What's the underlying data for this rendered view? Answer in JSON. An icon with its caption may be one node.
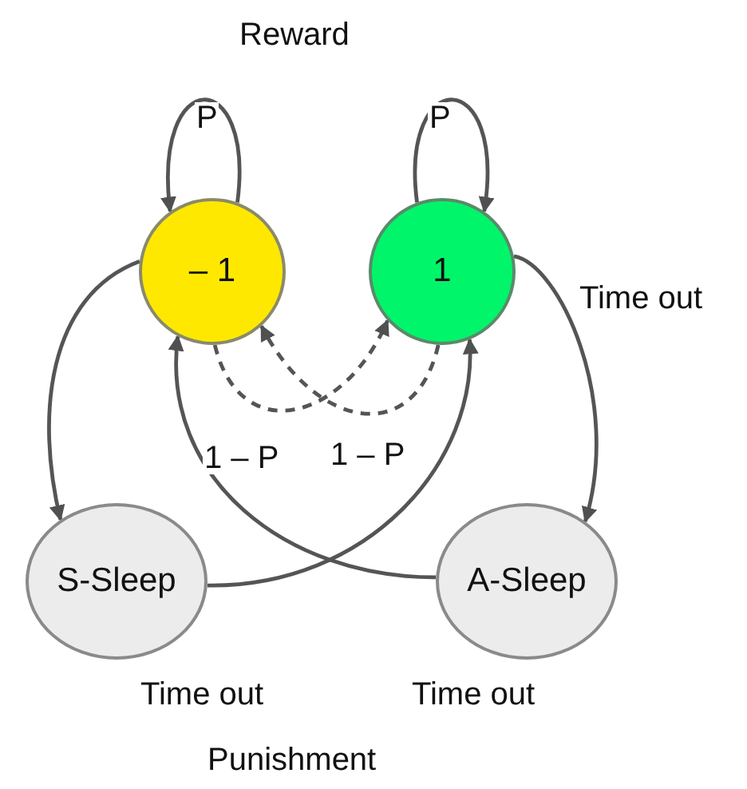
{
  "diagram": {
    "nodes": [
      {
        "text": [
          "– 1"
        ]
      },
      {
        "text": [
          "1"
        ]
      },
      {
        "text": [
          "S-Sleep"
        ],
        "beside": [
          "Time out"
        ]
      },
      {
        "text": [
          "A-Sleep"
        ],
        "beside": [
          "Time out"
        ]
      }
    ],
    "edges": [
      {
        "from": 0,
        "to": 0,
        "arrow": "to",
        "label": "P"
      },
      {
        "from": 1,
        "to": 1,
        "arrow": "to",
        "label": "P"
      },
      {
        "from": 0,
        "to": 2,
        "arrow": "to"
      },
      {
        "from": 1,
        "to": 3,
        "arrow": "to",
        "label": "Time out"
      },
      {
        "from": 2,
        "to": 1,
        "arrow": "to"
      },
      {
        "from": 3,
        "to": 0,
        "arrow": "to"
      },
      {
        "from": 0,
        "to": 1,
        "arrow": "to",
        "style": "dashed",
        "label": "1 – P"
      },
      {
        "from": 1,
        "to": 0,
        "arrow": "to",
        "style": "dashed",
        "label": "1 – P"
      }
    ],
    "labels": [
      "Reward",
      "Punishment"
    ]
  }
}
